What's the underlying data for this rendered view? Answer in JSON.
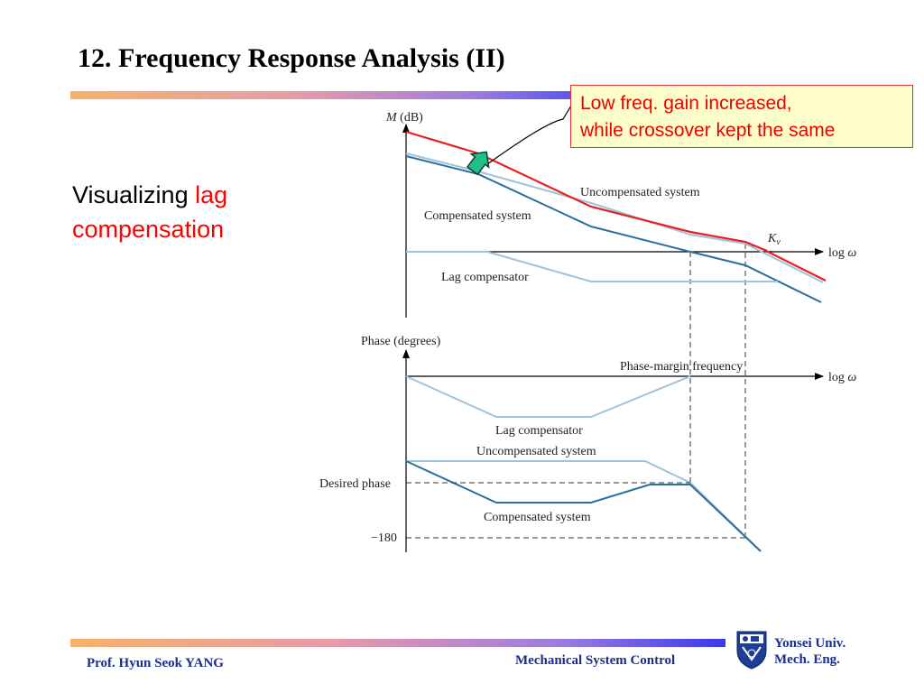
{
  "slide": {
    "title": "12. Frequency Response Analysis (II)",
    "subtitle_prefix": "Visualizing ",
    "subtitle_highlight_1": "lag",
    "subtitle_highlight_2": "compensation",
    "callout_line1": "Low freq. gain increased,",
    "callout_line2": "while crossover kept the same"
  },
  "magnitude_plot": {
    "y_axis_label": "(dB)",
    "y_axis_symbol": "M",
    "x_axis_label": "log",
    "x_axis_symbol": "ω",
    "uncompensated_label": "Uncompensated system",
    "compensated_label": "Compensated system",
    "lag_label": "Lag compensator",
    "kv_symbol": "K",
    "kv_subscript": "v"
  },
  "phase_plot": {
    "y_axis_label": "Phase (degrees)",
    "x_axis_label": "log",
    "x_axis_symbol": "ω",
    "phase_margin_label": "Phase-margin frequency",
    "lag_label": "Lag compensator",
    "uncompensated_label": "Uncompensated system",
    "compensated_label": "Compensated system",
    "desired_phase_label": "Desired phase",
    "minus180_label": "−180"
  },
  "footer": {
    "author": "Prof. Hyun Seok YANG",
    "course": "Mechanical System Control",
    "university": "Yonsei Univ.",
    "department": "Mech. Eng."
  },
  "colors": {
    "title_bar": "#9b7ce0",
    "highlight": "#ff0000",
    "callout_bg": "#ffffcc",
    "uncompensated_curve": "#9fc3dc",
    "compensated_curve": "#2a6f9a",
    "new_gain_curve": "#e82020",
    "footer_text": "#1a2e8c"
  }
}
